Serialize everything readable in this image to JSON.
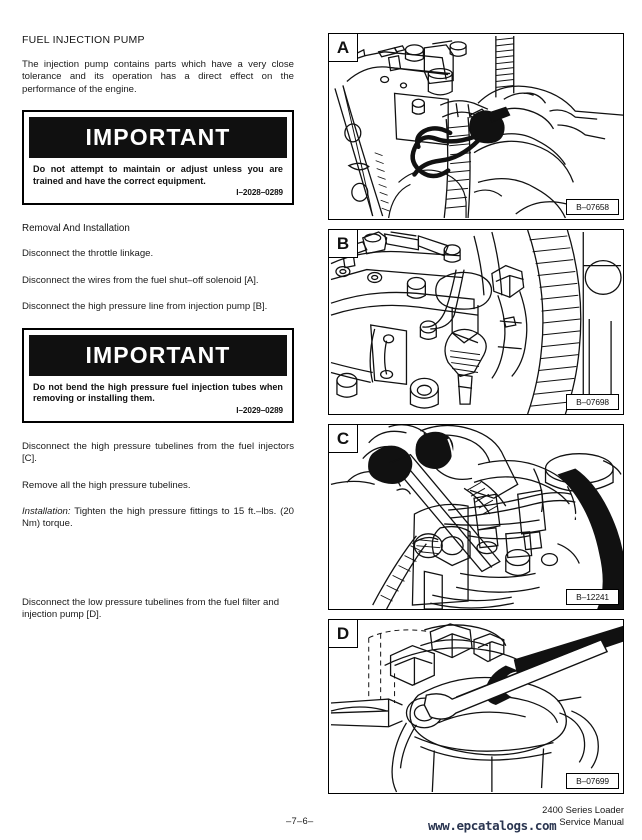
{
  "document": {
    "section_title": "FUEL INJECTION PUMP",
    "intro_paragraph": "The injection pump contains parts which have a very close tolerance and its operation has a direct effect on the performance of the engine.",
    "subhead_removal": "Removal And Installation",
    "steps": [
      "Disconnect the throttle linkage.",
      "Disconnect the wires from the fuel shut–off solenoid [A].",
      "Disconnect the high pressure line from injection pump [B].",
      "Disconnect the high pressure tubelines from the fuel injectors [C].",
      "Remove all the high pressure tubelines."
    ],
    "installation_label": "Installation:",
    "installation_text": " Tighten the high pressure fittings to 15 ft.–lbs. (20 Nm) torque.",
    "final_step": "Disconnect the low pressure tubelines from the fuel filter and injection pump [D]."
  },
  "important_boxes": [
    {
      "banner": "IMPORTANT",
      "text": "Do not attempt to maintain or adjust unless you are trained and have the correct equipment.",
      "code": "I–2028–0289"
    },
    {
      "banner": "IMPORTANT",
      "text": "Do not bend the high pressure fuel injection tubes when removing or installing them.",
      "code": "I–2029–0289"
    }
  ],
  "figures": [
    {
      "letter": "A",
      "code": "B–07658",
      "caption": "fuel shut-off solenoid wires being disconnected by hand"
    },
    {
      "letter": "B",
      "code": "B–07698",
      "caption": "high pressure line at injection pump"
    },
    {
      "letter": "C",
      "code": "B–12241",
      "caption": "wrench on high pressure tubeline at fuel injectors"
    },
    {
      "letter": "D",
      "code": "B–07699",
      "caption": "low pressure tubelines at fuel filter"
    }
  ],
  "footer": {
    "page_number": "–7–6–",
    "title_line1": "2400 Series Loader",
    "title_line2": "Service Manual",
    "watermark": "www.epcatalogs.com"
  }
}
